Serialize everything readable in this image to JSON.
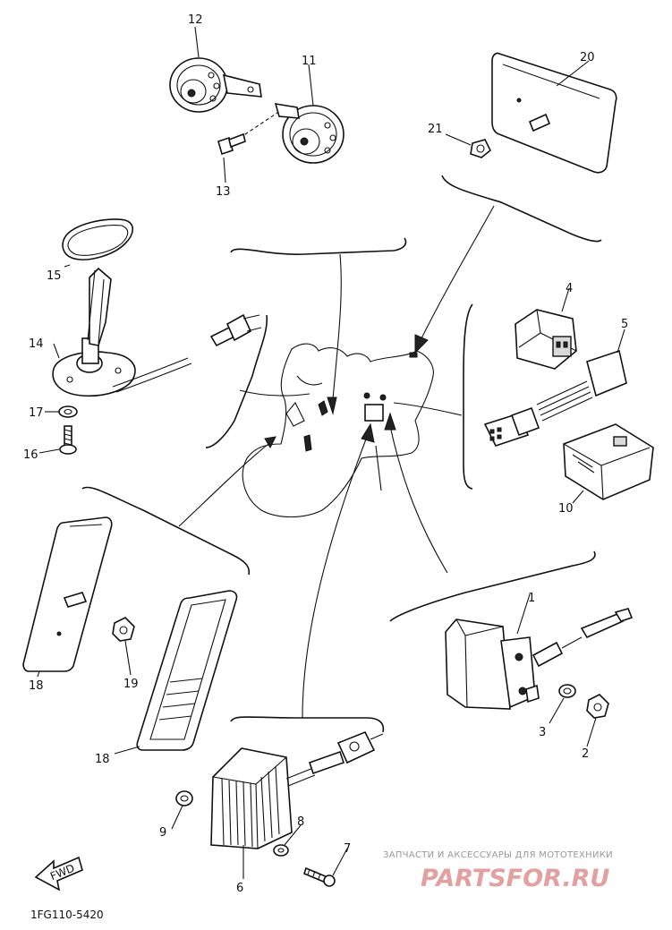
{
  "diagram": {
    "callouts": [
      {
        "id": "12",
        "label": "12"
      },
      {
        "id": "11",
        "label": "11"
      },
      {
        "id": "13",
        "label": "13"
      },
      {
        "id": "20",
        "label": "20"
      },
      {
        "id": "21",
        "label": "21"
      },
      {
        "id": "15",
        "label": "15"
      },
      {
        "id": "14",
        "label": "14"
      },
      {
        "id": "17",
        "label": "17"
      },
      {
        "id": "16",
        "label": "16"
      },
      {
        "id": "4",
        "label": "4"
      },
      {
        "id": "5",
        "label": "5"
      },
      {
        "id": "10",
        "label": "10"
      },
      {
        "id": "18a",
        "label": "18"
      },
      {
        "id": "19",
        "label": "19"
      },
      {
        "id": "18b",
        "label": "18"
      },
      {
        "id": "1",
        "label": "1"
      },
      {
        "id": "3",
        "label": "3"
      },
      {
        "id": "2",
        "label": "2"
      },
      {
        "id": "9",
        "label": "9"
      },
      {
        "id": "8",
        "label": "8"
      },
      {
        "id": "7",
        "label": "7"
      },
      {
        "id": "6",
        "label": "6"
      }
    ],
    "fwd_label": "FWD",
    "diagram_code": "1FG110-5420"
  },
  "watermark": {
    "tagline": "ЗАПЧАСТИ И АКСЕССУАРЫ ДЛЯ МОТОТЕХНИКИ",
    "logo": "PARTSFOR.RU"
  }
}
